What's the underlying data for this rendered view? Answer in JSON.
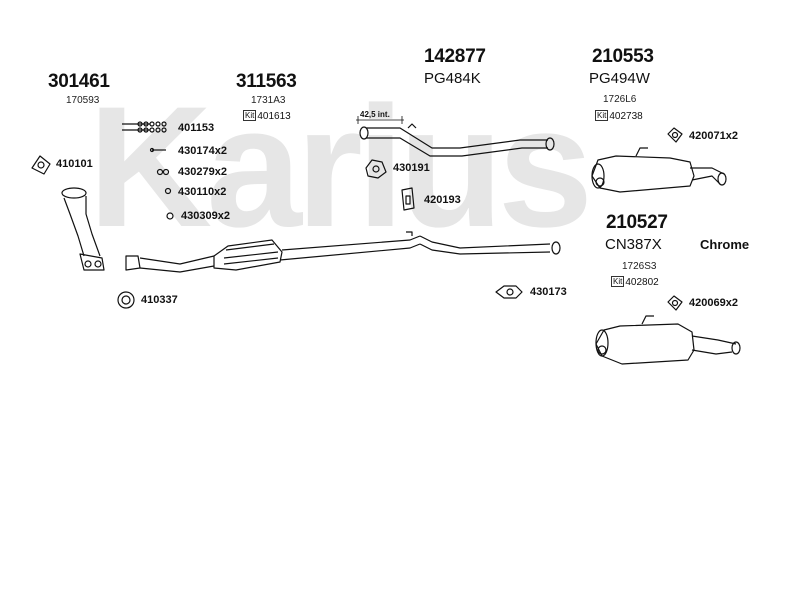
{
  "watermark": "Karius",
  "headers": [
    {
      "code": "301461",
      "sub": "170593"
    },
    {
      "code": "311563",
      "sub": "1731A3",
      "kit_label": "Kit",
      "kit": "401613"
    },
    {
      "code": "142877",
      "sub": "PG484K"
    },
    {
      "code": "210553",
      "sub": "PG494W",
      "ref": "1726L6",
      "kit_label": "Kit",
      "kit": "402738"
    },
    {
      "code": "210527",
      "sub": "CN387X",
      "ref": "1726S3",
      "kit_label": "Kit",
      "kit": "402802"
    }
  ],
  "chrome_label": "Chrome",
  "dimension_label": "42,5 int.",
  "parts": [
    {
      "id": "p410101",
      "label": "410101"
    },
    {
      "id": "p401153",
      "label": "401153"
    },
    {
      "id": "p430174",
      "label": "430174x2"
    },
    {
      "id": "p430279",
      "label": "430279x2"
    },
    {
      "id": "p430110",
      "label": "430110x2"
    },
    {
      "id": "p430309",
      "label": "430309x2"
    },
    {
      "id": "p410337",
      "label": "410337"
    },
    {
      "id": "p430191",
      "label": "430191"
    },
    {
      "id": "p420193",
      "label": "420193"
    },
    {
      "id": "p430173",
      "label": "430173"
    },
    {
      "id": "p420071",
      "label": "420071x2"
    },
    {
      "id": "p420069",
      "label": "420069x2"
    }
  ]
}
